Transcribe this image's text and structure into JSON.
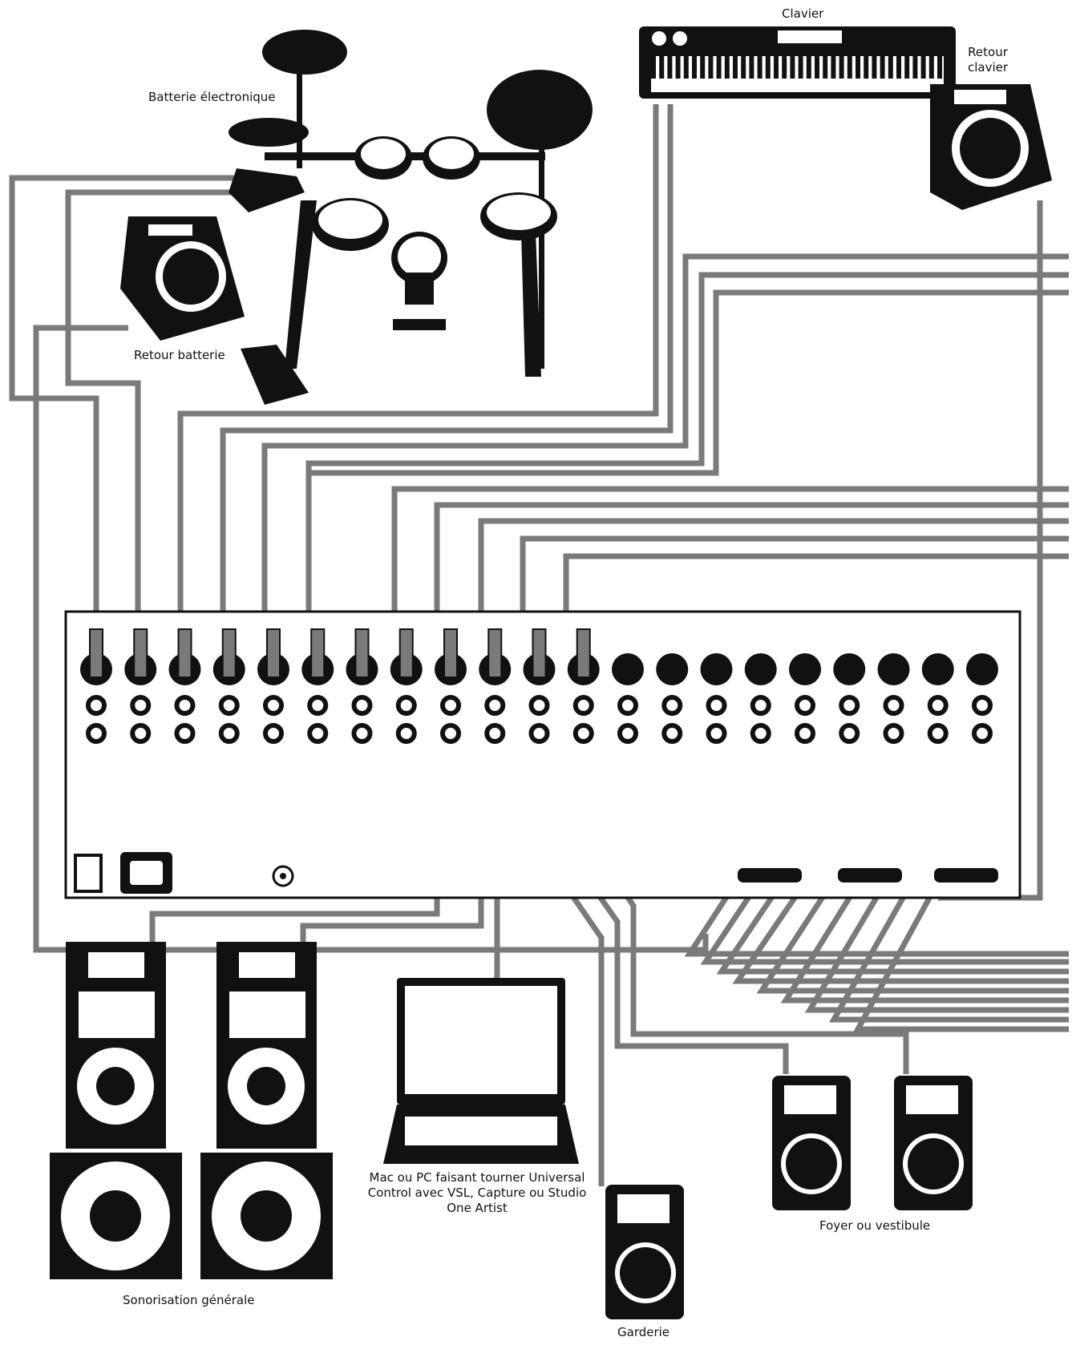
{
  "labels": {
    "drums": "Batterie électronique",
    "drum_monitor": "Retour batterie",
    "keyboard": "Clavier",
    "keyboard_monitor_line1": "Retour",
    "keyboard_monitor_line2": "clavier",
    "main_pa": "Sonorisation générale",
    "computer_line1": "Mac ou PC faisant tourner Universal",
    "computer_line2": "Control avec VSL, Capture ou Studio",
    "computer_line3": "One Artist",
    "nursery": "Garderie",
    "lobby": "Foyer ou vestibule"
  },
  "mixer": {
    "xlr_inputs_total": 21,
    "inputs_connected": 12,
    "subgroup_connectors": 3
  },
  "colors": {
    "cable": "#7a7a7a",
    "equipment": "#111111",
    "background": "#ffffff"
  }
}
